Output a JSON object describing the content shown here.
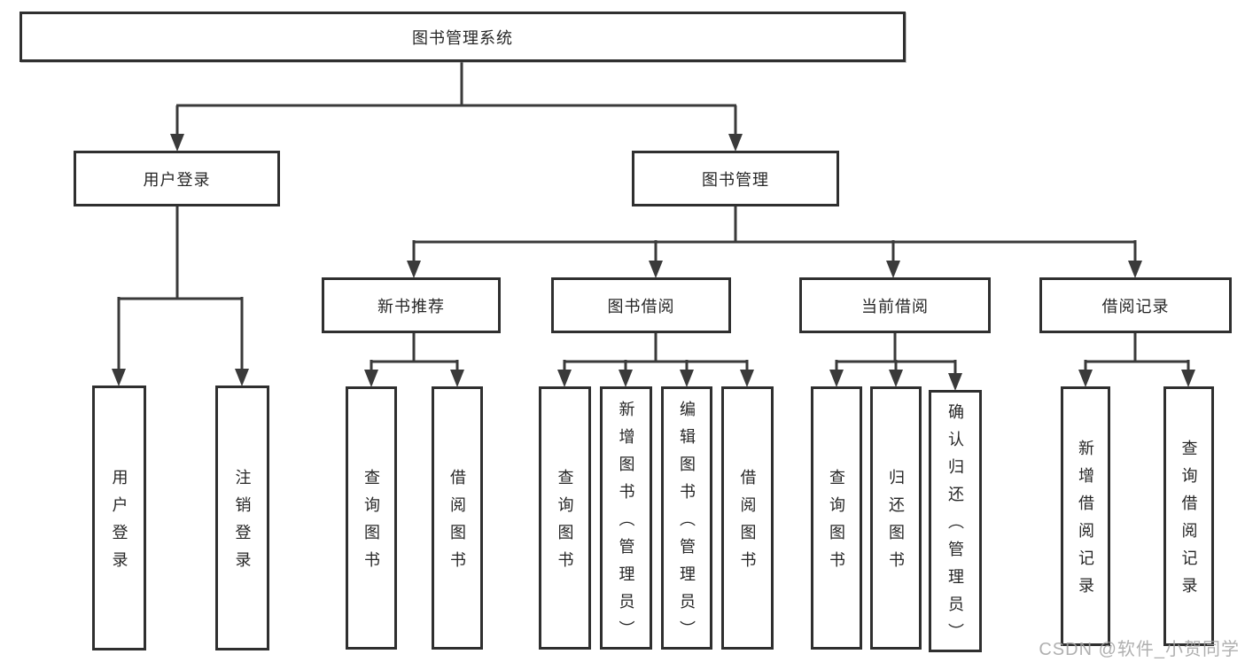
{
  "tree": {
    "root": {
      "label": "图书管理系统"
    },
    "children": [
      {
        "label": "用户登录",
        "children": [
          {
            "label": "用户登录"
          },
          {
            "label": "注销登录"
          }
        ]
      },
      {
        "label": "图书管理",
        "children": [
          {
            "label": "新书推荐",
            "children": [
              {
                "label": "查询图书"
              },
              {
                "label": "借阅图书"
              }
            ]
          },
          {
            "label": "图书借阅",
            "children": [
              {
                "label": "查询图书"
              },
              {
                "label": "新增图书（管理员）"
              },
              {
                "label": "编辑图书（管理员）"
              },
              {
                "label": "借阅图书"
              }
            ]
          },
          {
            "label": "当前借阅",
            "children": [
              {
                "label": "查询图书"
              },
              {
                "label": "归还图书"
              },
              {
                "label": "确认归还（管理员）"
              }
            ]
          },
          {
            "label": "借阅记录",
            "children": [
              {
                "label": "新增借阅记录"
              },
              {
                "label": "查询借阅记录"
              }
            ]
          }
        ]
      }
    ]
  },
  "watermark": "CSDN @软件_小贺同学",
  "colors": {
    "line": "#3a3a3a",
    "box_border": "#2f2f2f",
    "text": "#262626",
    "watermark": "#a3a3a3",
    "background": "#ffffff"
  }
}
